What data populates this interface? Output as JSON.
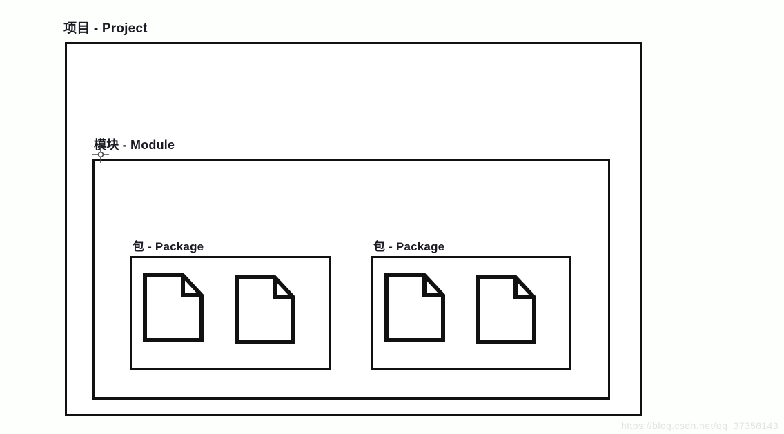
{
  "diagram": {
    "type": "nested-containment",
    "background_color": "#fdfffc",
    "stroke_color": "#111111",
    "text_color": "#1b1b24",
    "project": {
      "label": "项目 - Project",
      "children": [
        {
          "label": "模块 - Module",
          "children": [
            {
              "label": "包 - Package",
              "files": [
                {
                  "icon": "file-document-icon"
                },
                {
                  "icon": "file-document-icon"
                }
              ]
            },
            {
              "label": "包 - Package",
              "files": [
                {
                  "icon": "file-document-icon"
                },
                {
                  "icon": "file-document-icon"
                }
              ]
            }
          ]
        }
      ]
    }
  },
  "cursor": {
    "icon": "move-crosshair-cursor"
  },
  "watermark": {
    "text": "https://blog.csdn.net/qq_37358143",
    "color": "#e3e3e3"
  }
}
